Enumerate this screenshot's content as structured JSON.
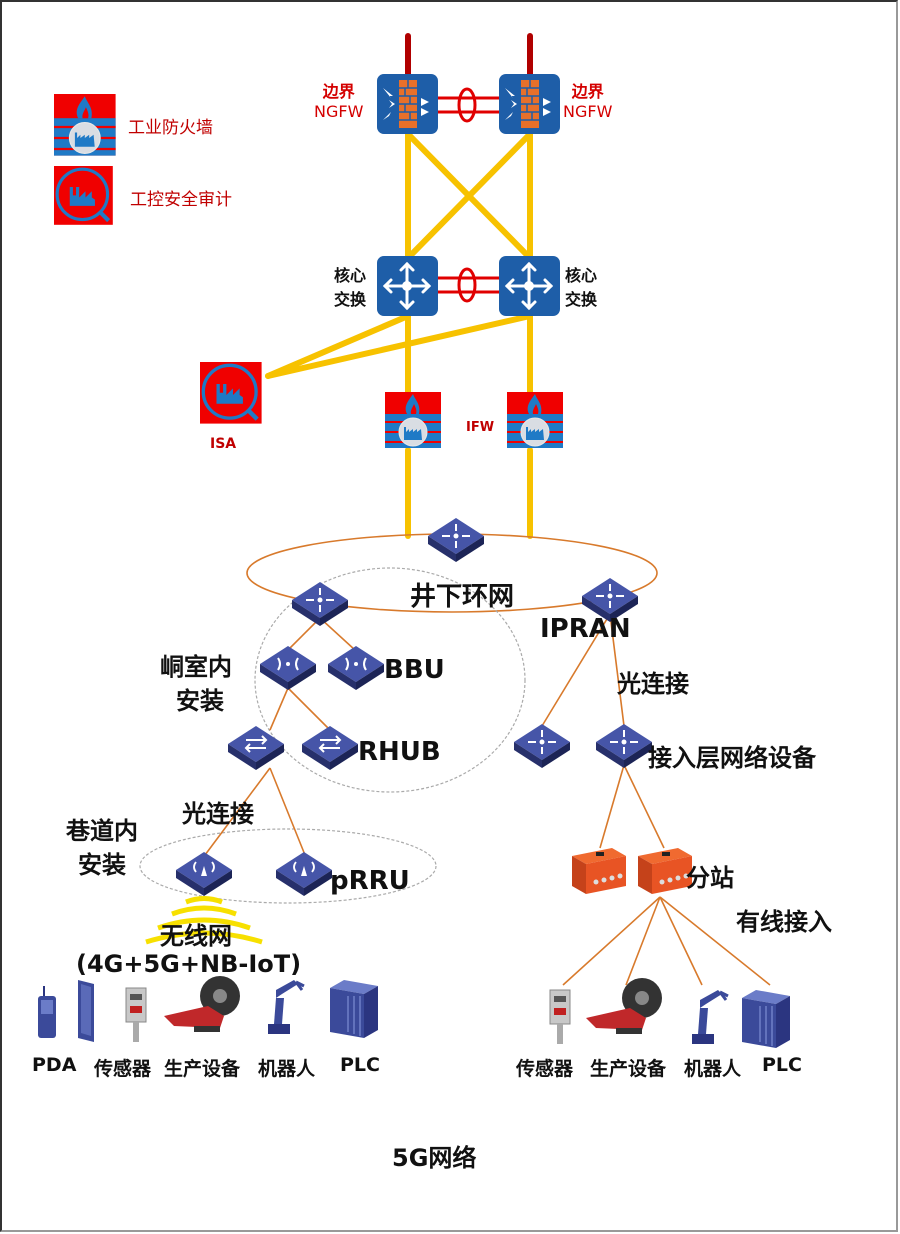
{
  "legend": {
    "items": [
      {
        "icon": "industrial-firewall-icon",
        "label": "工业防火墙"
      },
      {
        "icon": "industrial-security-audit-icon",
        "label": "工控安全审计"
      }
    ]
  },
  "border_firewalls": {
    "left": {
      "line1": "边界",
      "line2": "NGFW"
    },
    "right": {
      "line1": "边界",
      "line2": "NGFW"
    }
  },
  "core_switches": {
    "left": {
      "line1": "核心",
      "line2": "交换"
    },
    "right": {
      "line1": "核心",
      "line2": "交换"
    }
  },
  "isa_label": "ISA",
  "ifw_label": "IFW",
  "ring": {
    "label": "井下环网",
    "ipran_label": "IPRAN"
  },
  "left_branch": {
    "chamber_install": {
      "line1": "峒室内",
      "line2": "安装"
    },
    "bbu_label": "BBU",
    "rhub_label": "RHUB",
    "optical_label": "光连接",
    "tunnel_install": {
      "line1": "巷道内",
      "line2": "安装"
    },
    "prru_label": "pRRU",
    "wireless": {
      "line1": "无线网",
      "line2": "(4G+5G+NB-IoT)"
    },
    "devices": [
      "PDA",
      "传感器",
      "生产设备",
      "机器人",
      "PLC"
    ]
  },
  "right_branch": {
    "optical_label": "光连接",
    "access_label": "接入层网络设备",
    "substation_label": "分站",
    "wired_label": "有线接入",
    "devices": [
      "传感器",
      "生产设备",
      "机器人",
      "PLC"
    ]
  },
  "caption": "5G网络",
  "colors": {
    "firewall_blue": "#1e5ea8",
    "brick_orange": "#e8702a",
    "uplink_red": "#b00000",
    "link_yellow": "#f7c200",
    "ring_orange": "#d87a2c",
    "legend_red": "#f00000",
    "switch_navy": "#3b4a9a"
  }
}
